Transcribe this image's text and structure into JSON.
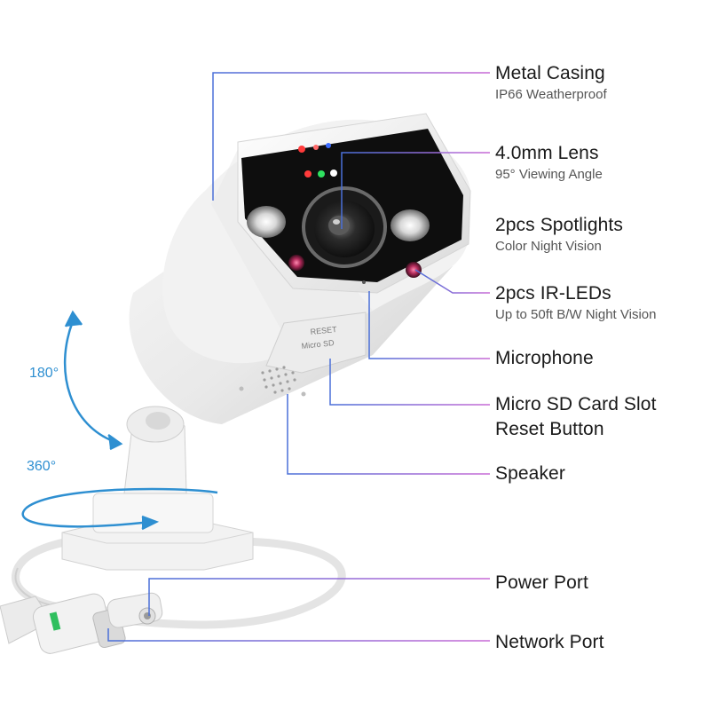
{
  "callouts": [
    {
      "title": "Metal Casing",
      "subtitle": "IP66 Weatherproof"
    },
    {
      "title": "4.0mm Lens",
      "subtitle": "95° Viewing Angle"
    },
    {
      "title": "2pcs Spotlights",
      "subtitle": "Color Night Vision"
    },
    {
      "title": "2pcs IR-LEDs",
      "subtitle": "Up to 50ft B/W Night Vision"
    },
    {
      "title": "Microphone"
    },
    {
      "title": "Micro SD Card Slot",
      "line2": "Reset Button"
    },
    {
      "title": "Speaker"
    },
    {
      "title": "Power Port"
    },
    {
      "title": "Network Port"
    }
  ],
  "rotation": {
    "tilt": "180°",
    "pan": "360°"
  },
  "camera_markings": {
    "reset": "RESET",
    "sd": "Micro SD"
  },
  "colors": {
    "accent": "#2e8fd1",
    "callout_line": "#3a8fd6",
    "text": "#1a1a1a",
    "subtext": "#555555"
  }
}
